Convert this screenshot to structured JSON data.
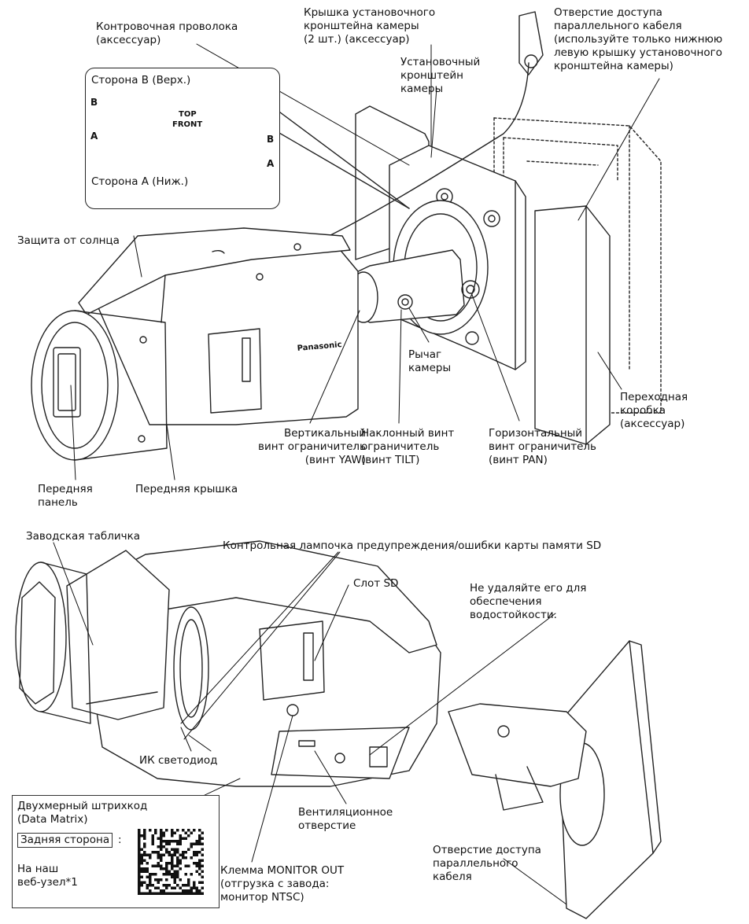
{
  "top_figure": {
    "locking_wire": "Контровочная проволока\n(аксессуар)",
    "bracket_cover": "Крышка установочного\nкронштейна камеры\n(2 шт.) (аксессуар)",
    "cable_access_top": "Отверстие доступа\nпараллельного кабеля\n(используйте только нижнюю\nлевую крышку установочного\nкронштейна камеры)",
    "mount_bracket": "Установочный\nкронштейн\nкамеры",
    "inset": {
      "side_b": "Сторона B (Верх.)",
      "side_a": "Сторона A (Ниж.)",
      "b": "B",
      "a": "A",
      "top": "TOP",
      "front": "FRONT"
    },
    "sun_shield": "Защита от солнца",
    "camera_arm": "Рычаг\nкамеры",
    "brand": "Panasonic",
    "yaw_screw": "Вертикальный\nвинт ограничитель\n(винт YAW)",
    "tilt_screw": "Наклонный винт\nограничитель\n(винт TILT)",
    "pan_screw": "Горизонтальный\nвинт ограничитель\n(винт PAN)",
    "junction_box": "Переходная\nкоробка\n(аксессуар)",
    "front_panel": "Передняя\nпанель",
    "front_cover": "Передняя крышка"
  },
  "bottom_figure": {
    "rating_label": "Заводская табличка",
    "sd_lamp": "Контрольная лампочка предупреждения/ошибки карты памяти SD",
    "sd_slot": "Слот SD",
    "do_not_remove": "Не удаляйте его для\nобеспечения\nводостойкости.",
    "ir_led": "ИК светодиод",
    "vent": "Вентиляционное\nотверстие",
    "cable_access_bottom": "Отверстие доступа\nпараллельного\nкабеля",
    "monitor_out": "Клемма MONITOR OUT\n(отгрузка с завода:\nмонитор NTSC)",
    "qr": {
      "title": "Двухмерный штрихкод\n(Data Matrix)",
      "rear_side": "Задняя сторона",
      "colon": ":",
      "site": "На наш\nвеб-узел*1"
    }
  }
}
